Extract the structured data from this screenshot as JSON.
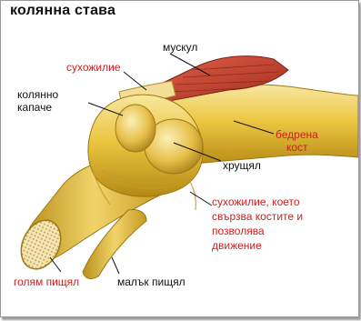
{
  "title": "колянна става",
  "colors": {
    "red_label": "#d12020",
    "black_label": "#111111",
    "bone": "#e8c23a",
    "muscle": "#c8452a"
  },
  "labels": {
    "muscle": "мускул",
    "tendon": "сухожилие",
    "kneecap_1": "колянно",
    "kneecap_2": "капаче",
    "femur_1": "бедрена",
    "femur_2": "кост",
    "cartilage": "хрущял",
    "ligament_1": "сухожилие, което",
    "ligament_2": "свързва костите и",
    "ligament_3": "позволява",
    "ligament_4": "движение",
    "tibia": "голям пищял",
    "fibula": "малък пищял"
  }
}
